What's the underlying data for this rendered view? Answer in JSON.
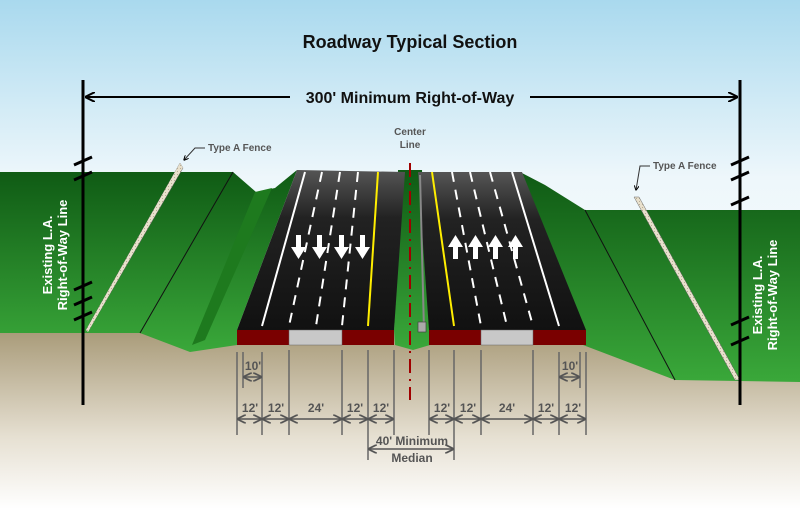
{
  "title": "Roadway Typical Section",
  "row_width_label": "300' Minimum Right-of-Way",
  "center_line": {
    "line1": "Center",
    "line2": "Line"
  },
  "fence_label": "Type A Fence",
  "row_line_label": {
    "line1": "Existing L.A.",
    "line2": "Right-of-Way Line"
  },
  "dimensions": {
    "left": [
      "12'",
      "12'",
      "24'",
      "12'",
      "12'"
    ],
    "right": [
      "12'",
      "12'",
      "24'",
      "12'",
      "12'"
    ],
    "left_inner": "10'",
    "right_inner": "10'",
    "median": {
      "line1": "40' Minimum",
      "line2": "Median"
    }
  },
  "colors": {
    "grass": "#2e8b2e",
    "pavement": "#1a1a1a",
    "curb": "#7a0000",
    "centerline": "#a00000"
  }
}
